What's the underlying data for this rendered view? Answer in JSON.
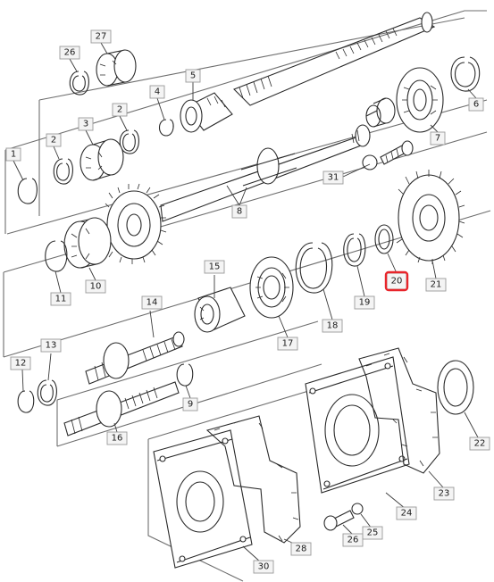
{
  "callouts": [
    {
      "id": "1",
      "label": "1"
    },
    {
      "id": "2a",
      "label": "2"
    },
    {
      "id": "2b",
      "label": "2"
    },
    {
      "id": "3",
      "label": "3"
    },
    {
      "id": "4",
      "label": "4"
    },
    {
      "id": "5",
      "label": "5"
    },
    {
      "id": "6",
      "label": "6"
    },
    {
      "id": "7",
      "label": "7"
    },
    {
      "id": "8",
      "label": "8"
    },
    {
      "id": "9",
      "label": "9"
    },
    {
      "id": "10",
      "label": "10"
    },
    {
      "id": "11",
      "label": "11"
    },
    {
      "id": "12",
      "label": "12"
    },
    {
      "id": "13",
      "label": "13"
    },
    {
      "id": "14",
      "label": "14"
    },
    {
      "id": "15",
      "label": "15"
    },
    {
      "id": "16",
      "label": "16"
    },
    {
      "id": "17",
      "label": "17"
    },
    {
      "id": "18",
      "label": "18"
    },
    {
      "id": "19",
      "label": "19"
    },
    {
      "id": "20",
      "label": "20",
      "highlighted": true
    },
    {
      "id": "21",
      "label": "21"
    },
    {
      "id": "22",
      "label": "22"
    },
    {
      "id": "23",
      "label": "23"
    },
    {
      "id": "24",
      "label": "24"
    },
    {
      "id": "25",
      "label": "25"
    },
    {
      "id": "26",
      "label": "26"
    },
    {
      "id": "27",
      "label": "27"
    },
    {
      "id": "28",
      "label": "28"
    },
    {
      "id": "29",
      "label": "29"
    },
    {
      "id": "30",
      "label": "30"
    },
    {
      "id": "31",
      "label": "31"
    }
  ],
  "colors": {
    "highlight": "#e8252b",
    "ink": "#2a2a2a",
    "callout_bg": "#f4f4f4"
  }
}
